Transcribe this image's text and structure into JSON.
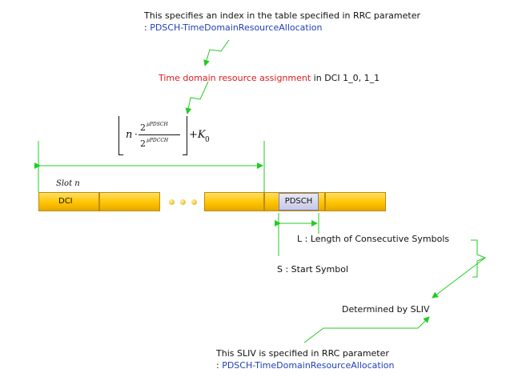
{
  "top_note": {
    "line1": "This specifies an index in the table specified in RRC parameter",
    "prefix": ": ",
    "param": "PDSCH-TimeDomainResourceAllocation"
  },
  "tdra": {
    "highlight": "Time domain resource assignment",
    "rest": " in DCI 1_0, 1_1"
  },
  "formula": {
    "n": "n",
    "base_num": "2",
    "exp_num": "μPDSCH",
    "base_den": "2",
    "exp_den": "μPDCCH",
    "plus_k": "+K",
    "sub": "0"
  },
  "slot": {
    "label": "Slot n"
  },
  "dci_label": "DCI",
  "pdsch_label": "PDSCH",
  "length_label": "L : Length of Consecutive Symbols",
  "start_label": "S : Start Symbol",
  "sliv_label": "Determined by SLIV",
  "bottom_note": {
    "line1": "This SLIV is specified in RRC parameter",
    "prefix": ": ",
    "param": "PDSCH-TimeDomainResourceAllocation"
  },
  "colors": {
    "callout_line": "#22cc22",
    "slot_fill": "#ffc400",
    "pdsch_fill": "#c6c8e6",
    "highlight_text": "#e01b1b",
    "param_text": "#1f3fb8"
  }
}
